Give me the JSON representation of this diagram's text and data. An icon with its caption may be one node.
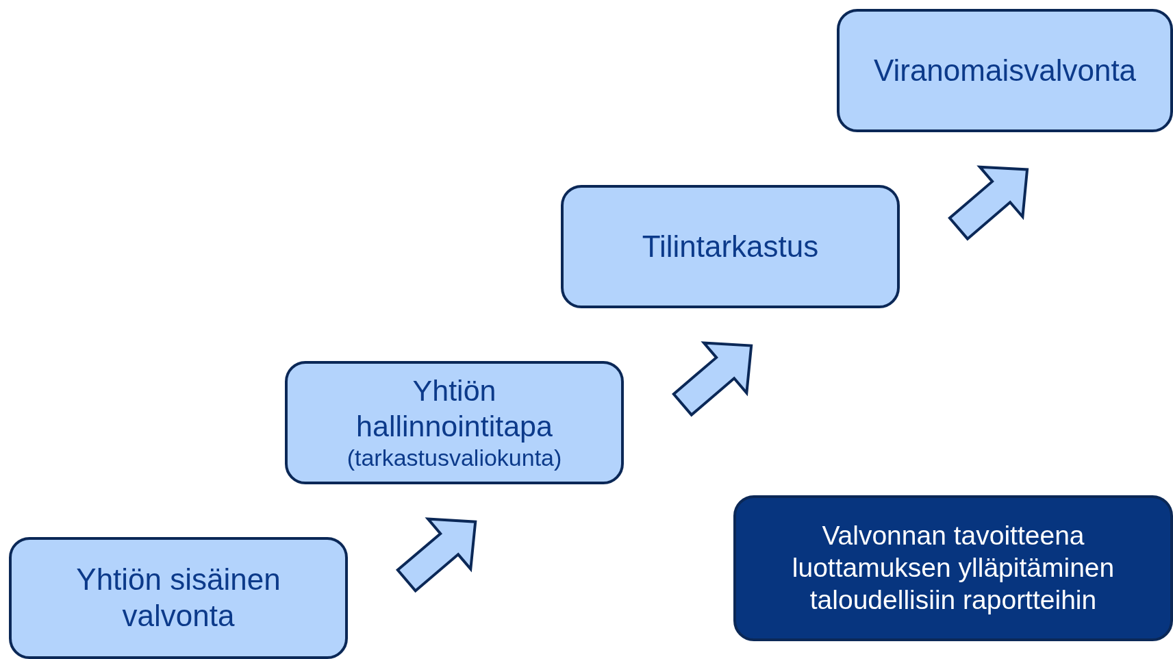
{
  "diagram": {
    "nodes": [
      {
        "text": [
          "Yhtiön sisäinen valvonta"
        ]
      },
      {
        "text": [
          "Yhtiön hallinnointitapa",
          "(tarkastusvaliokunta)"
        ]
      },
      {
        "text": [
          "Tilintarkastus"
        ]
      },
      {
        "text": [
          "Viranomaisvalvonta"
        ]
      },
      {
        "text": [
          "Valvonnan tavoitteena luottamuksen ylläpitäminen taloudellisiin raportteihin"
        ]
      }
    ],
    "edges": [
      {
        "from": 0,
        "to": 1,
        "arrow": "to"
      },
      {
        "from": 1,
        "to": 2,
        "arrow": "to"
      },
      {
        "from": 2,
        "to": 3,
        "arrow": "to"
      }
    ]
  }
}
